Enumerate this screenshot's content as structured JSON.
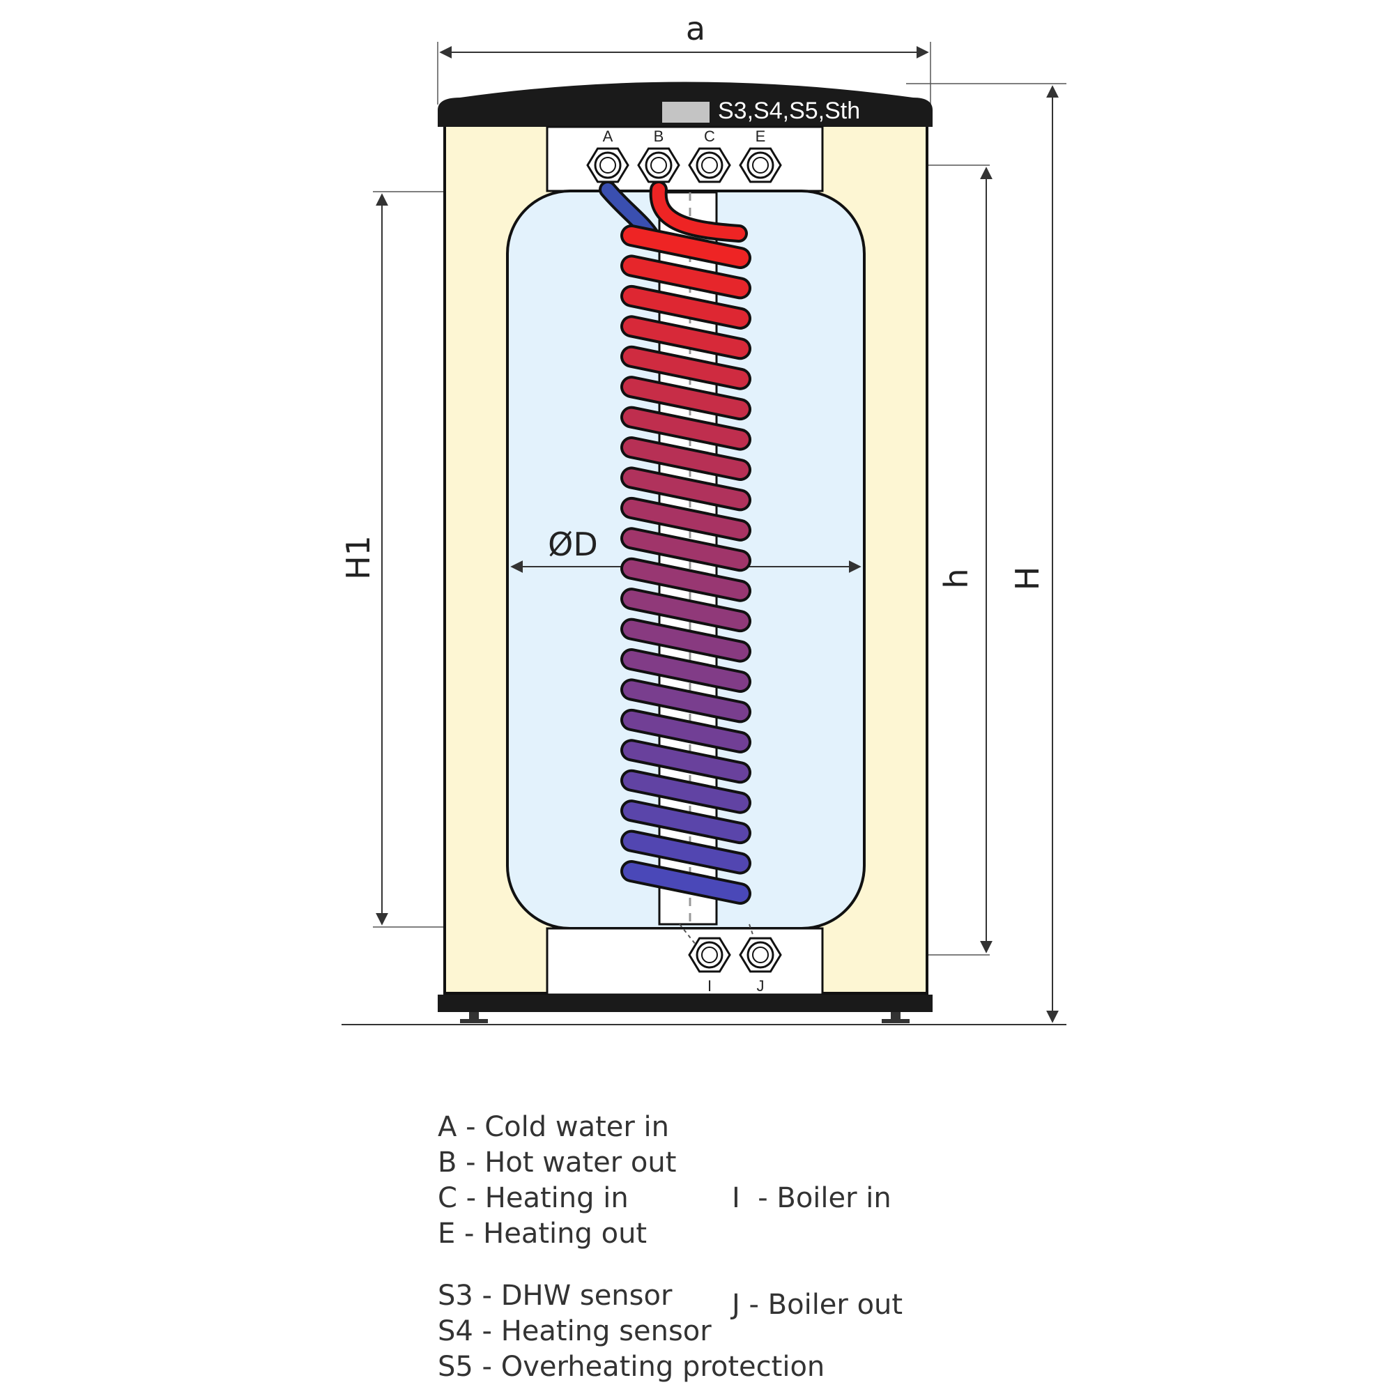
{
  "dimensions": {
    "width_label": "a",
    "height_label": "H",
    "height1_label": "H1",
    "h_label": "h",
    "diameter_label": "ØD"
  },
  "sensor_label": "S3,S4,S5,Sth",
  "ports": {
    "top": [
      "A",
      "B",
      "C",
      "E"
    ],
    "bottom": [
      "I",
      "J"
    ]
  },
  "legend": {
    "connections_left": [
      "A - Cold water in",
      "B - Hot water out",
      "C - Heating in",
      "E - Heating out"
    ],
    "connections_right": [
      "I  - Boiler in",
      "J - Boiler out"
    ],
    "sensors": [
      "S3 - DHW sensor",
      "S4 - Heating sensor",
      "S5 - Overheating protection"
    ]
  },
  "colors": {
    "insulation": "#fdf6d3",
    "tank_water": "#e3f2fc",
    "cap": "#1a1a1a",
    "coil_hot": "#ee2424",
    "coil_cold": "#4a48b8",
    "pipe_cold": "#3a4fb0"
  }
}
